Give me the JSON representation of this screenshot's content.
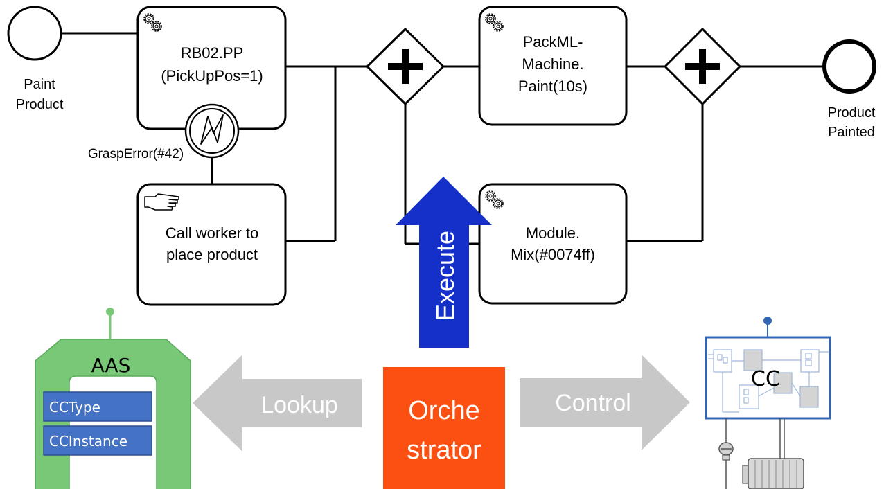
{
  "process": {
    "start_event": {
      "label_line1": "Paint",
      "label_line2": "Product"
    },
    "end_event": {
      "label_line1": "Product",
      "label_line2": "Painted"
    },
    "task_rb02": {
      "line1": "RB02.PP",
      "line2": "(PickUpPos=1)",
      "icon": "gear-icon"
    },
    "error_event": {
      "label": "GraspError(#42)",
      "icon": "lightning-icon"
    },
    "task_call_worker": {
      "line1": "Call worker to",
      "line2": "place product",
      "icon": "hand-icon"
    },
    "gateway_split": {
      "icon": "plus-icon"
    },
    "task_packml": {
      "line1": "PackML-",
      "line2": "Machine.",
      "line3": "Paint(10s)",
      "icon": "gear-icon"
    },
    "task_module": {
      "line1": "Module.",
      "line2": "Mix(#0074ff)",
      "icon": "gear-icon"
    },
    "gateway_join": {
      "icon": "plus-icon"
    }
  },
  "architecture": {
    "execute_arrow": {
      "label": "Execute",
      "color": "#1530c8"
    },
    "orchestrator": {
      "line1": "Orche",
      "line2": "strator",
      "color": "#fc5012"
    },
    "lookup_arrow": {
      "label": "Lookup",
      "color": "#c8c8c8"
    },
    "control_arrow": {
      "label": "Control",
      "color": "#c8c8c8"
    },
    "aas": {
      "title": "AAS",
      "item1": "CCType",
      "item2": "CCInstance",
      "color": "#78c878",
      "item_color": "#4472c4"
    },
    "cc": {
      "label": "CC",
      "border_color": "#3064b4"
    }
  }
}
